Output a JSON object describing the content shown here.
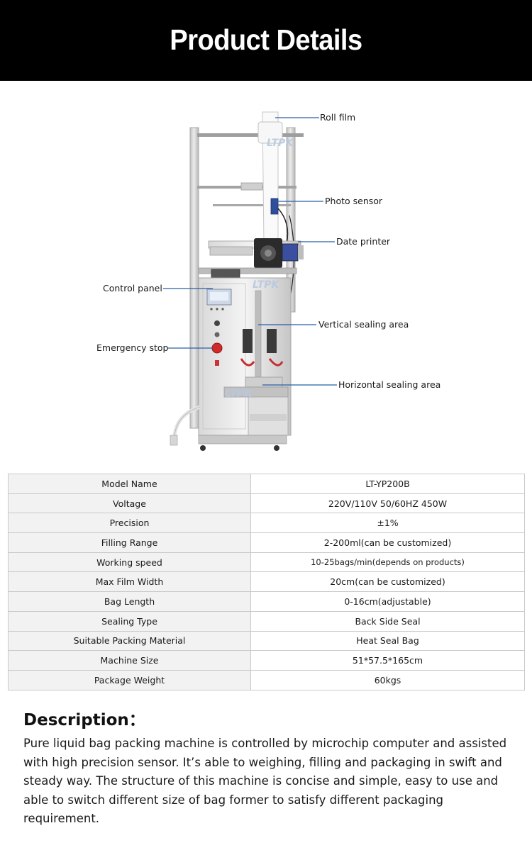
{
  "header": {
    "title": "Product Details"
  },
  "figure": {
    "watermark": "LTPK",
    "callouts": {
      "roll_film": "Roll film",
      "photo_sensor": "Photo sensor",
      "date_printer": "Date printer",
      "control_panel": "Control panel",
      "vertical_sealing": "Vertical sealing area",
      "emergency_stop": "Emergency stop",
      "horizontal_sealing": "Horizontal sealing area"
    },
    "colors": {
      "callout_line": "#2a5fa8",
      "machine": "#d8d8d8",
      "emergency": "#d22a2a"
    }
  },
  "specs": [
    {
      "label": "Model Name",
      "value": "LT-YP200B"
    },
    {
      "label": "Voltage",
      "value": "220V/110V 50/60HZ 450W"
    },
    {
      "label": "Precision",
      "value": "±1%"
    },
    {
      "label": "Filling Range",
      "value": "2-200ml(can be customized)"
    },
    {
      "label": "Working speed",
      "value": "10-25bags/min(depends on products)"
    },
    {
      "label": "Max Film Width",
      "value": "20cm(can be customized)"
    },
    {
      "label": "Bag Length",
      "value": "0-16cm(adjustable)"
    },
    {
      "label": "Sealing Type",
      "value": "Back Side Seal"
    },
    {
      "label": "Suitable Packing Material",
      "value": "Heat Seal Bag"
    },
    {
      "label": "Machine Size",
      "value": "51*57.5*165cm"
    },
    {
      "label": "Package Weight",
      "value": "60kgs"
    }
  ],
  "description": {
    "title": "Description：",
    "text": "Pure liquid bag packing machine is controlled by microchip computer and assisted with high precision sensor. It’s able to weighing, filling and packaging in swift and steady way. The structure of this machine is concise and simple, easy to use and able to switch different size of bag former to satisfy different packaging requirement."
  }
}
